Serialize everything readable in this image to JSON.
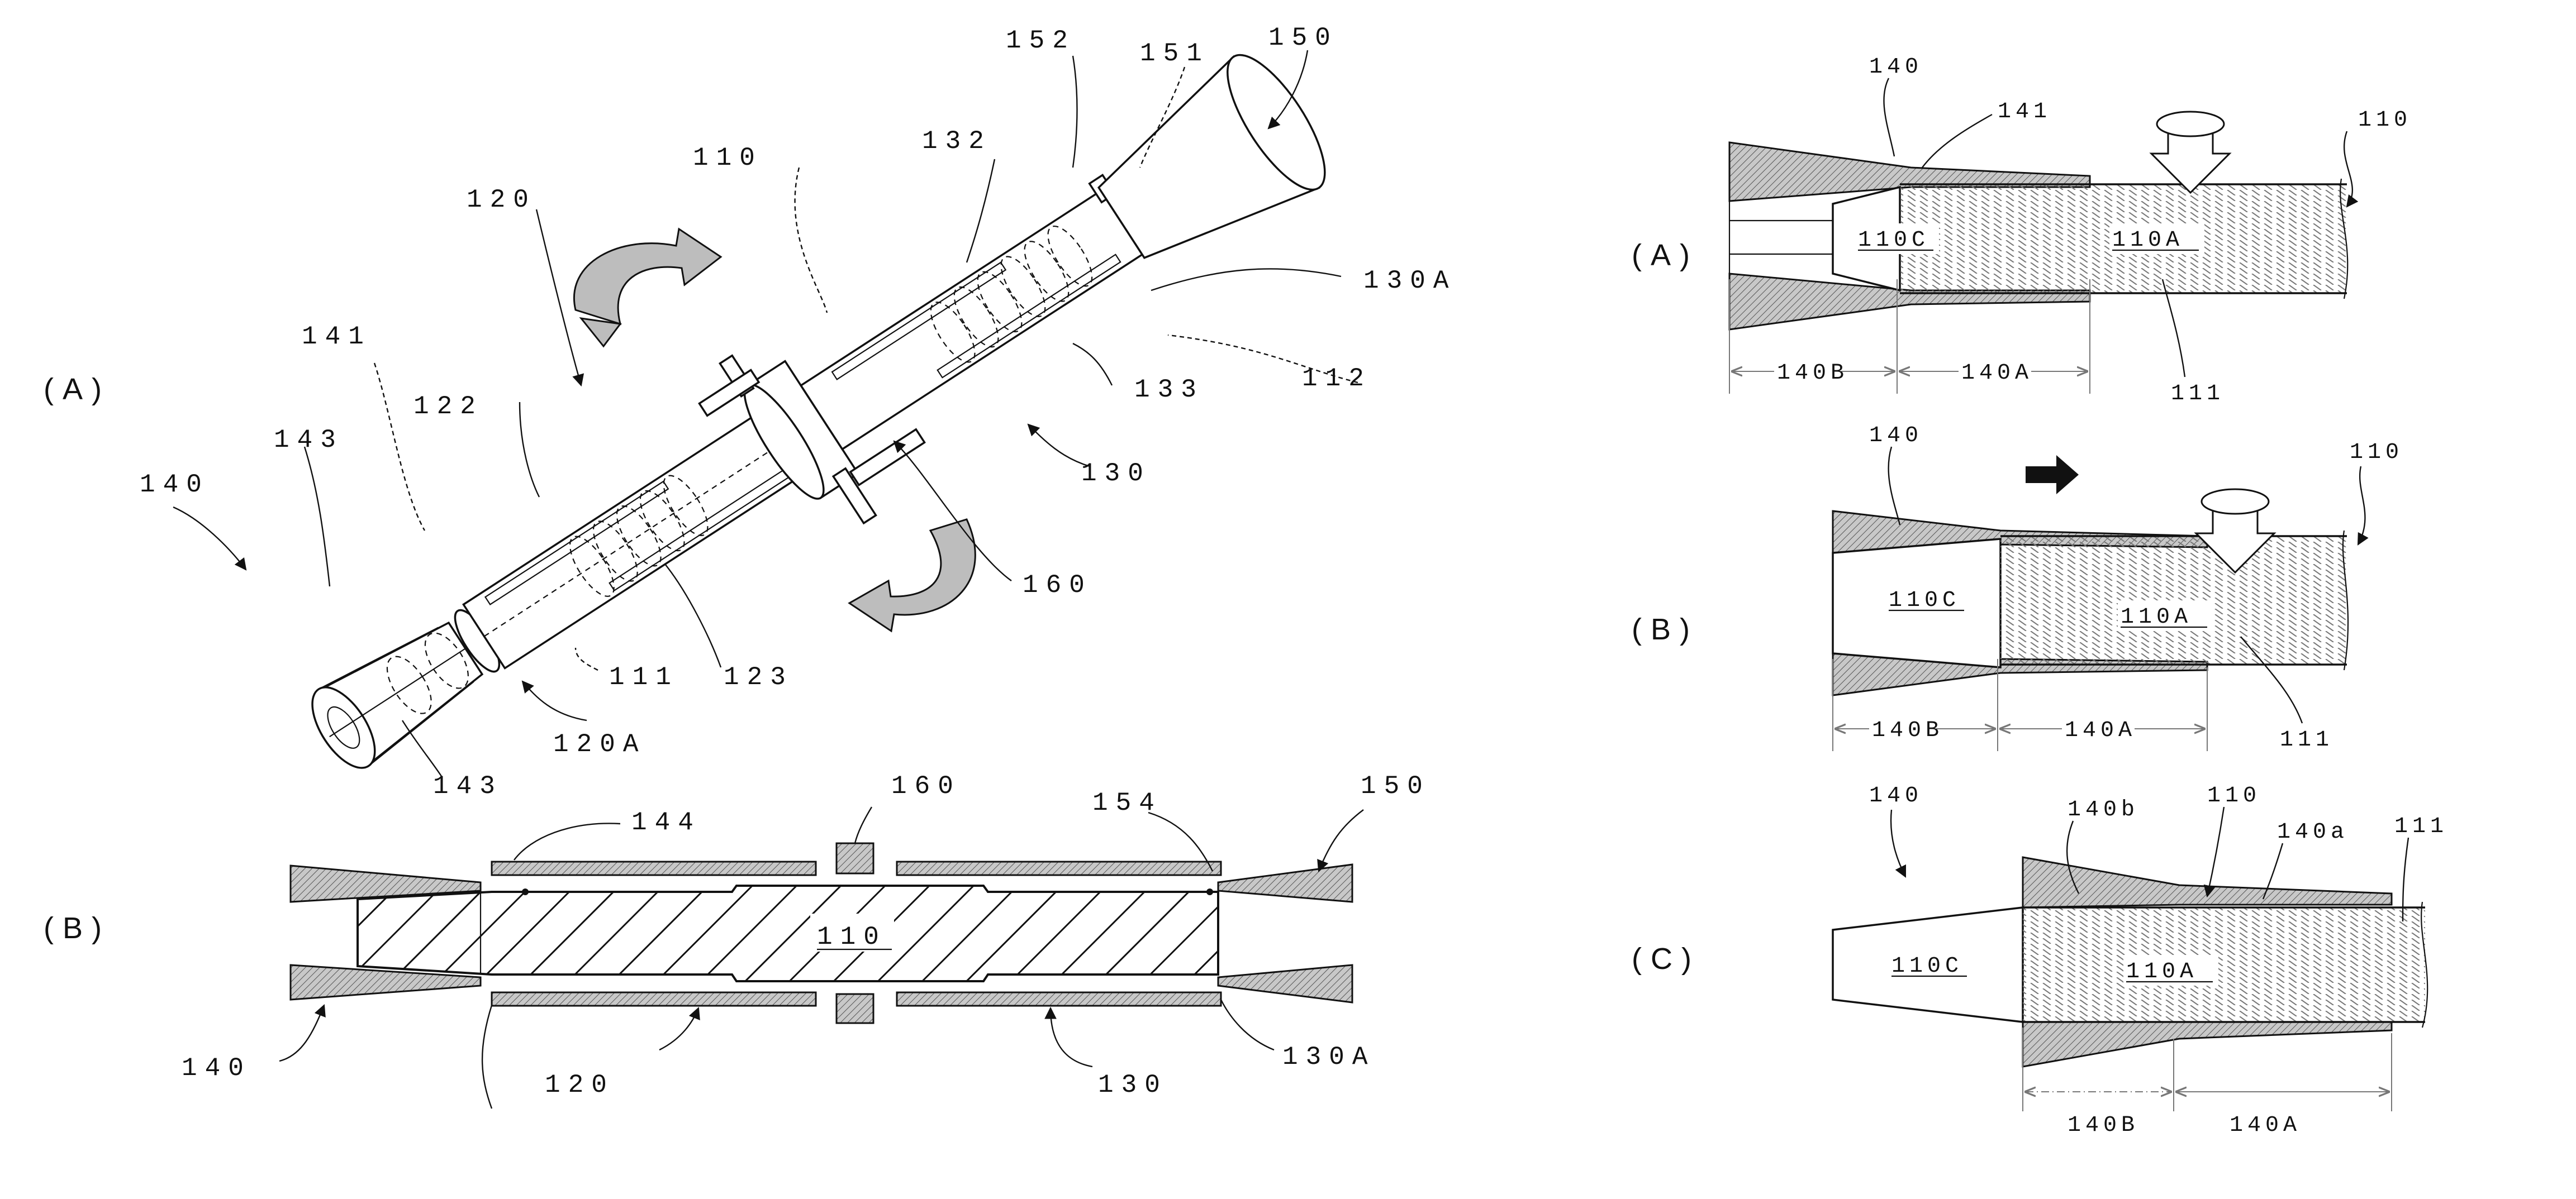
{
  "figure_a": {
    "panel_label": "(A)",
    "labels": {
      "l150": "150",
      "l152": "152",
      "l151": "151",
      "l132": "132",
      "l110": "110",
      "l120": "120",
      "l141": "141",
      "l122": "122",
      "l143a": "143",
      "l140": "140",
      "l130A": "130A",
      "l133": "133",
      "l112": "112",
      "l130": "130",
      "l160": "160",
      "l111": "111",
      "l123": "123",
      "l120A": "120A",
      "l143b": "143"
    }
  },
  "figure_b": {
    "panel_label": "(B)",
    "labels": {
      "l144": "144",
      "l160": "160",
      "l154": "154",
      "l150": "150",
      "l110": "110",
      "l140": "140",
      "l120": "120",
      "l130": "130",
      "l130A": "130A"
    }
  },
  "right_a": {
    "panel_label": "(A)",
    "labels": {
      "l140": "140",
      "l141": "141",
      "l110": "110",
      "l110C": "110C",
      "l110A": "110A",
      "d140B": "140B",
      "d140A": "140A",
      "l111": "111"
    }
  },
  "right_b": {
    "panel_label": "(B)",
    "labels": {
      "l140": "140",
      "l110": "110",
      "l110C": "110C",
      "l110A": "110A",
      "d140B": "140B",
      "d140A": "140A",
      "l111": "111"
    }
  },
  "right_c": {
    "panel_label": "(C)",
    "labels": {
      "l140": "140",
      "l140b": "140b",
      "l110": "110",
      "l140a": "140a",
      "l111": "111",
      "l110C": "110C",
      "l110A": "110A",
      "d140B": "140B",
      "d140A": "140A"
    }
  },
  "icons": [
    "rotation-arrow-icon",
    "push-arrow-icon",
    "insert-arrow-icon"
  ]
}
